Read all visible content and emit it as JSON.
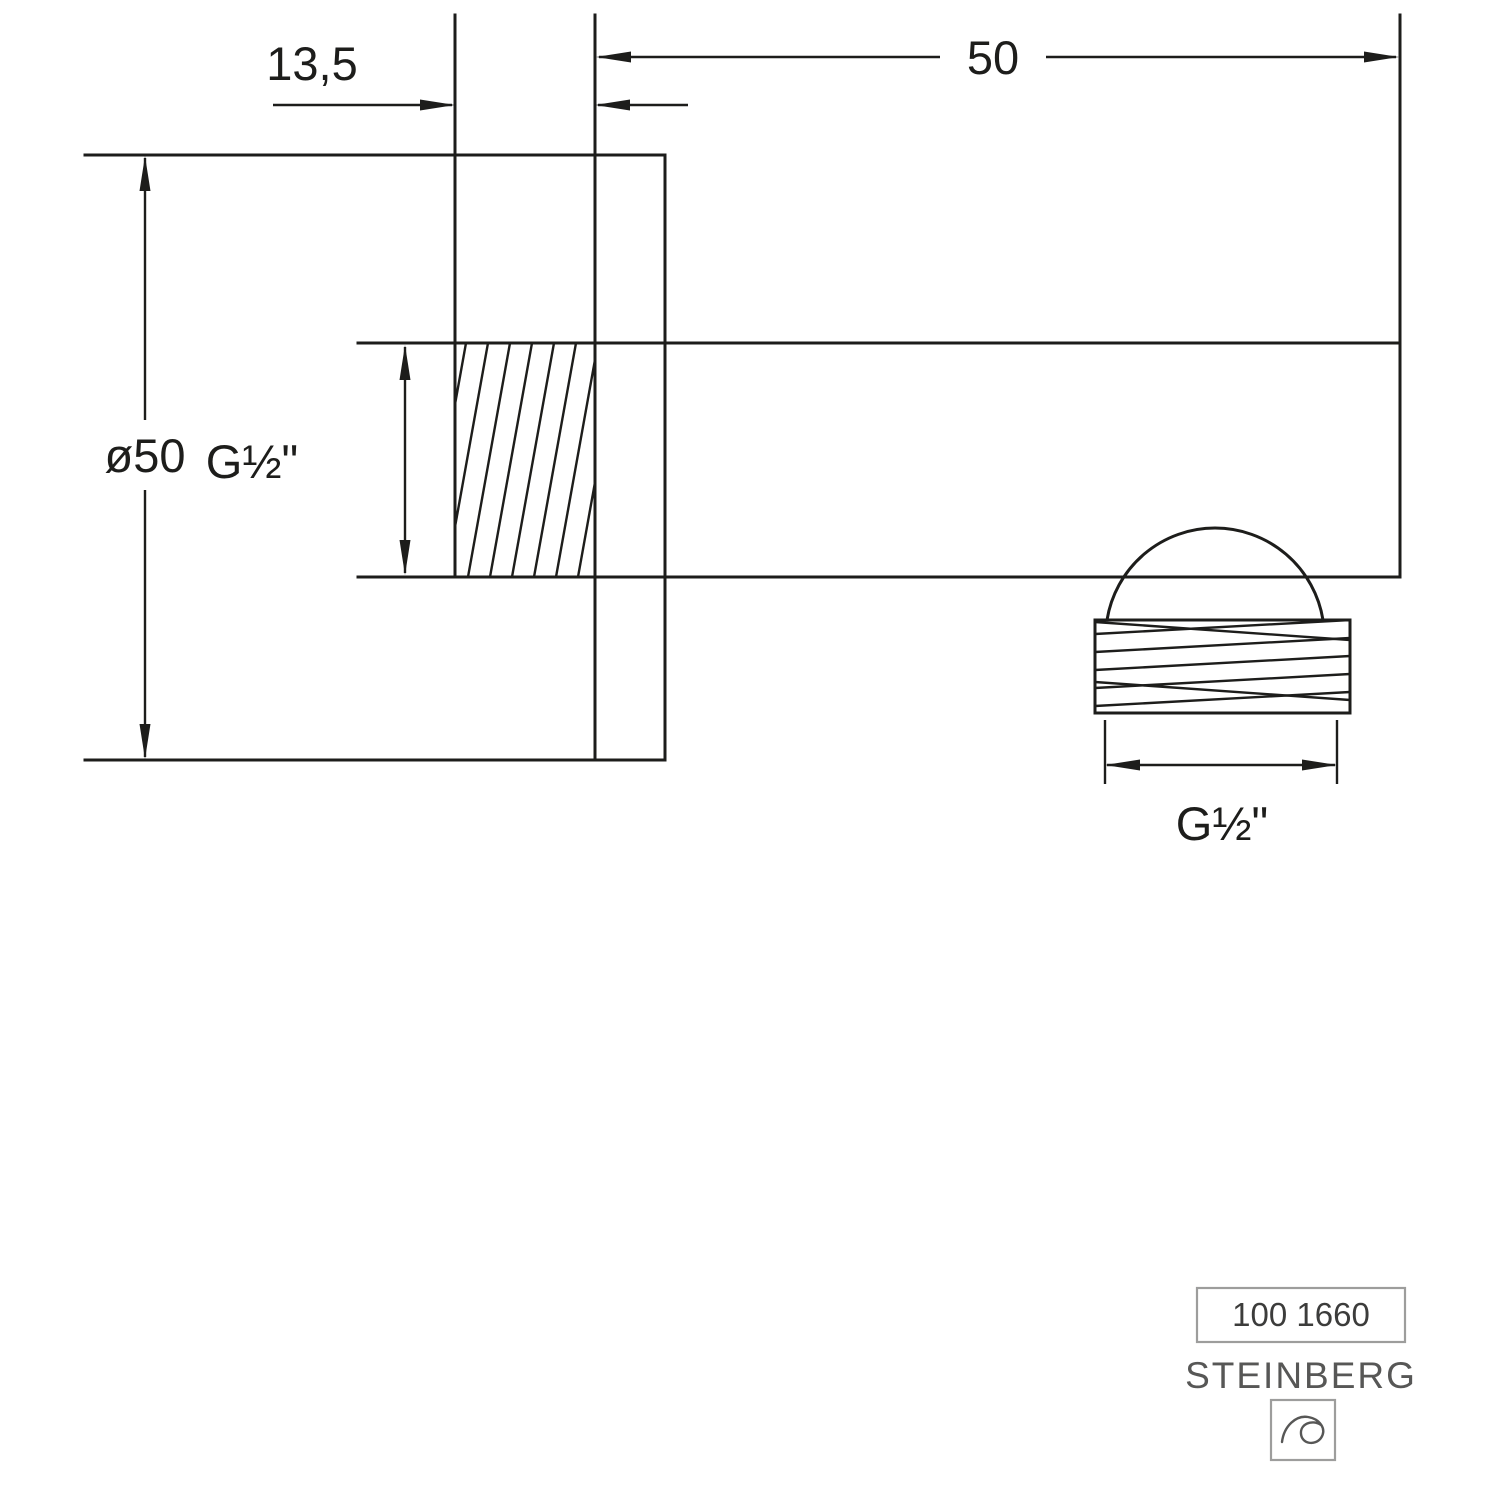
{
  "drawing": {
    "dims": {
      "wall_offset": "13,5",
      "projection": "50",
      "flange_diameter": "ø50",
      "inlet_thread": "G½\"",
      "outlet_thread": "G½\""
    },
    "title_block": {
      "product_number": "100 1660",
      "brand": "STEINBERG"
    },
    "colors": {
      "line": "#1d1d1b",
      "dim": "#1d1d1b",
      "brand_text": "#575756",
      "box_border": "#9d9d9c"
    },
    "icons": {
      "logo": "steinberg-swirl-logo"
    }
  }
}
